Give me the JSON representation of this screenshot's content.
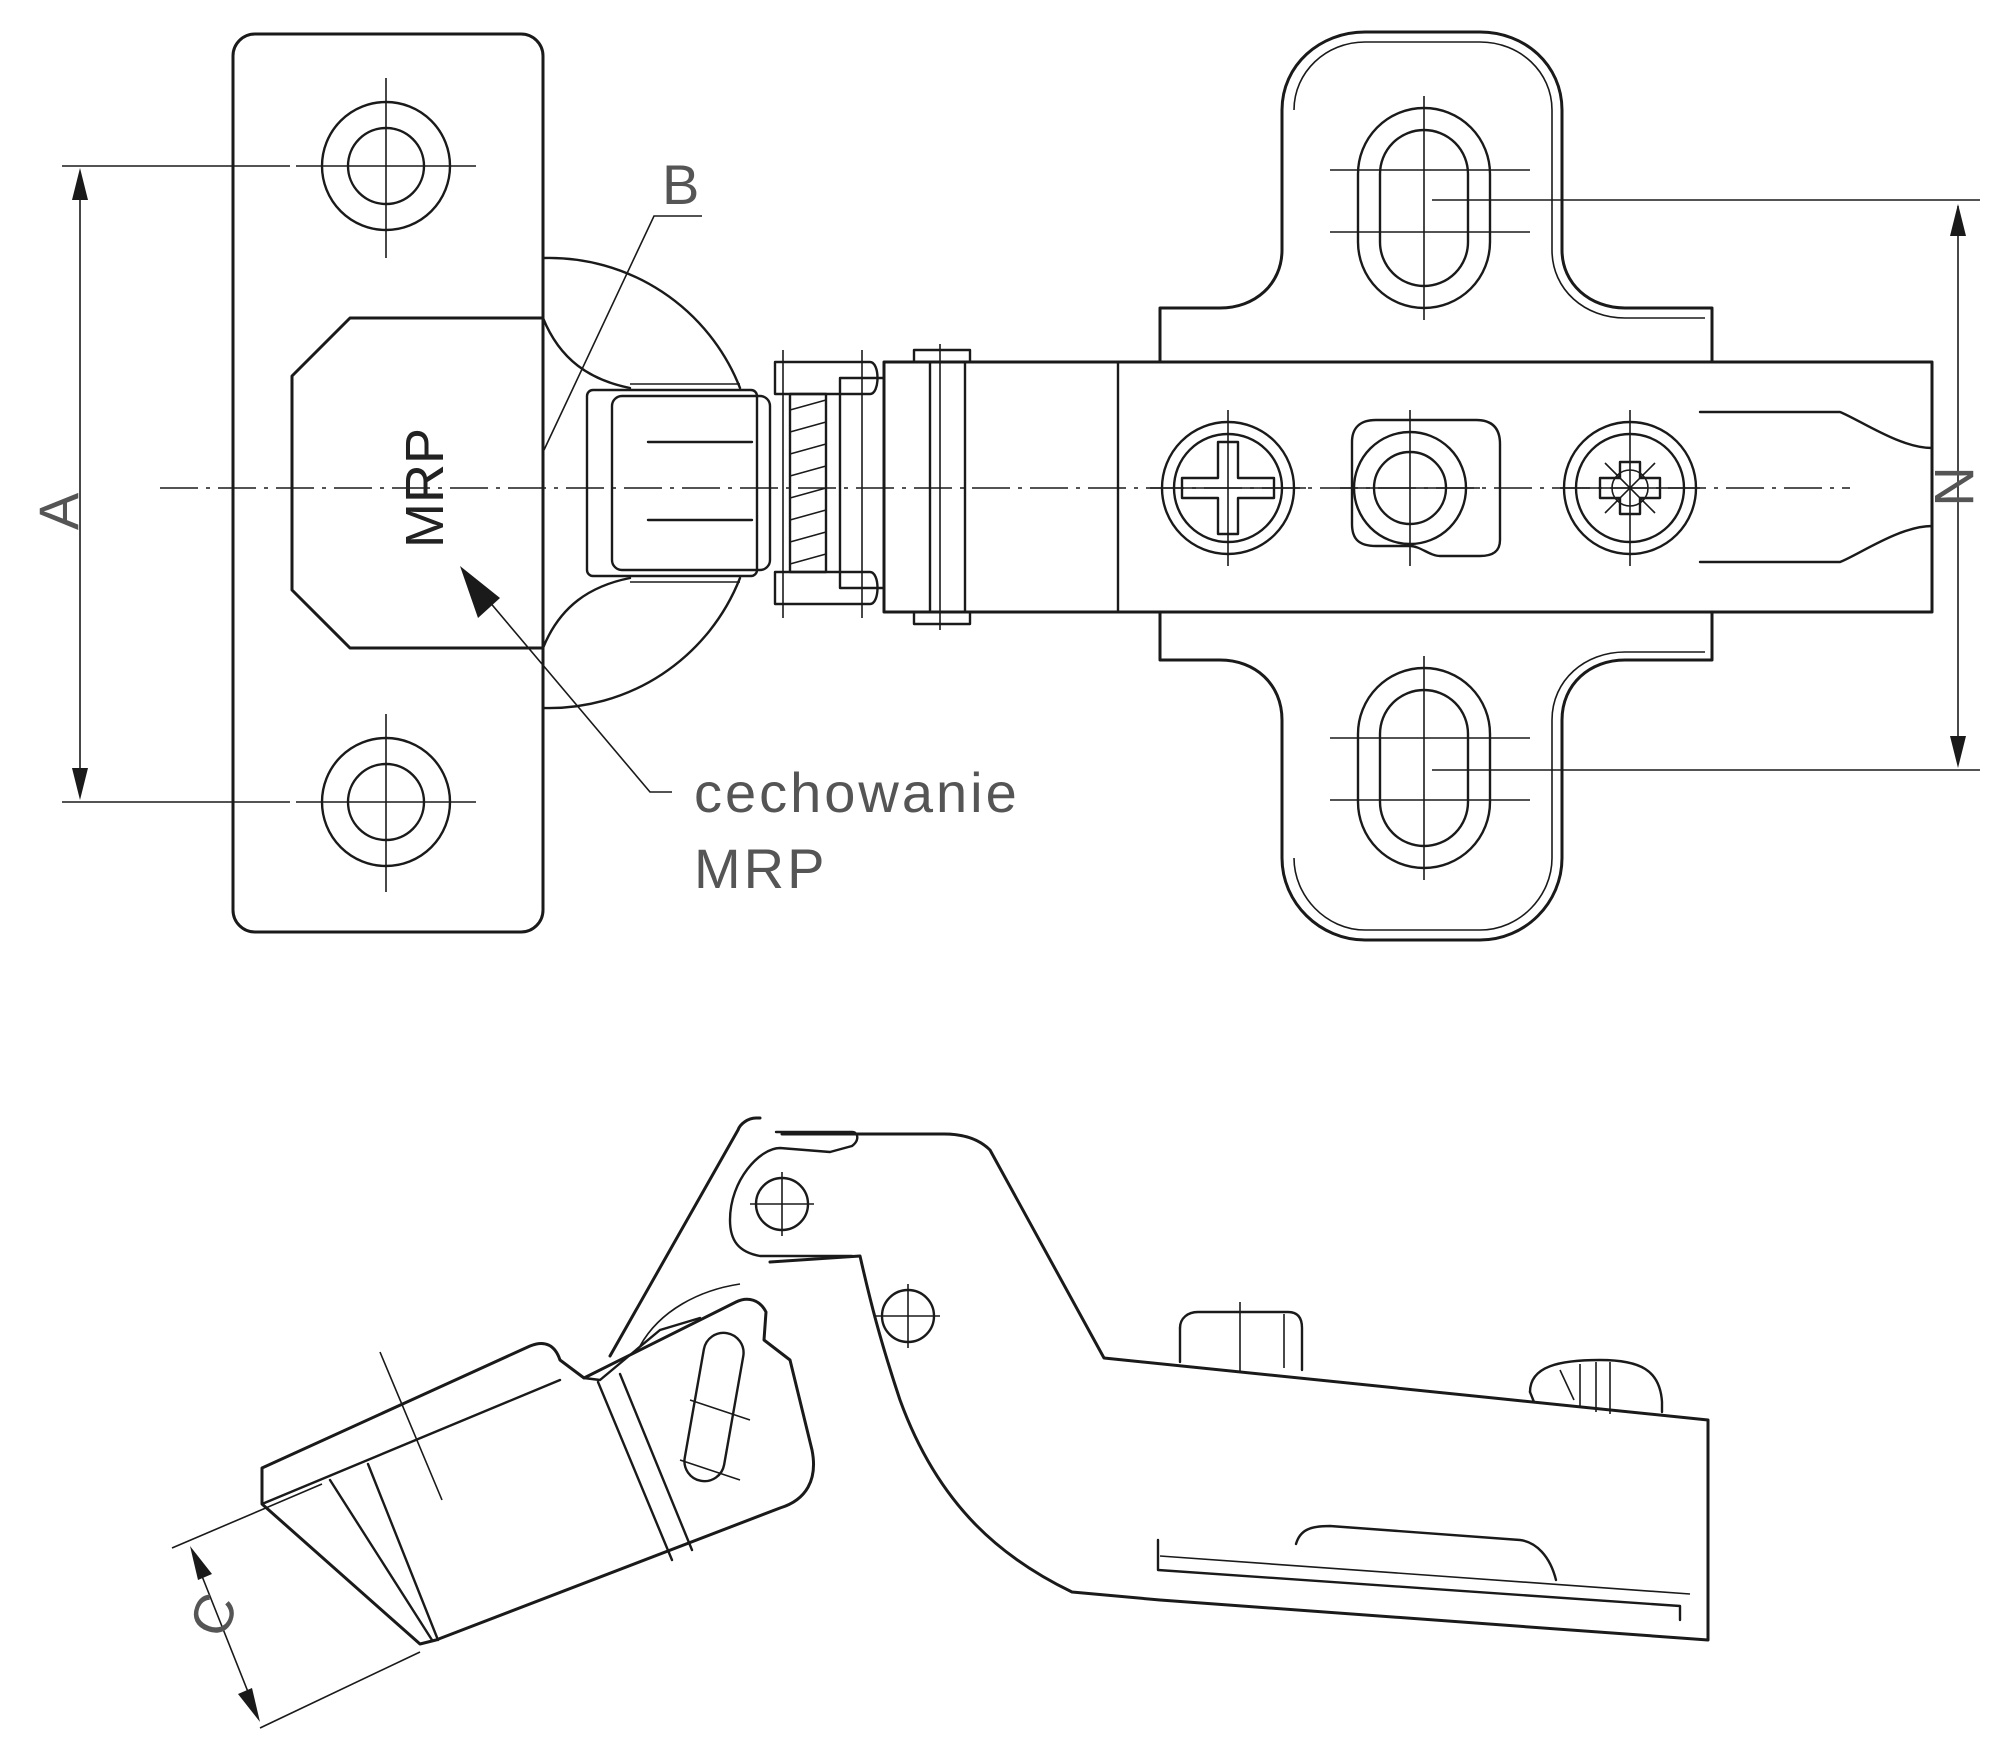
{
  "labels": {
    "dimension_a": "A",
    "dimension_b": "B",
    "dimension_n": "N",
    "dimension_c": "C",
    "stamp": "MRP",
    "marking_line1": "cechowanie",
    "marking_line2": "MRP"
  },
  "colors": {
    "line": "#1a1a1a",
    "label": "#444444",
    "background": "#ffffff"
  }
}
